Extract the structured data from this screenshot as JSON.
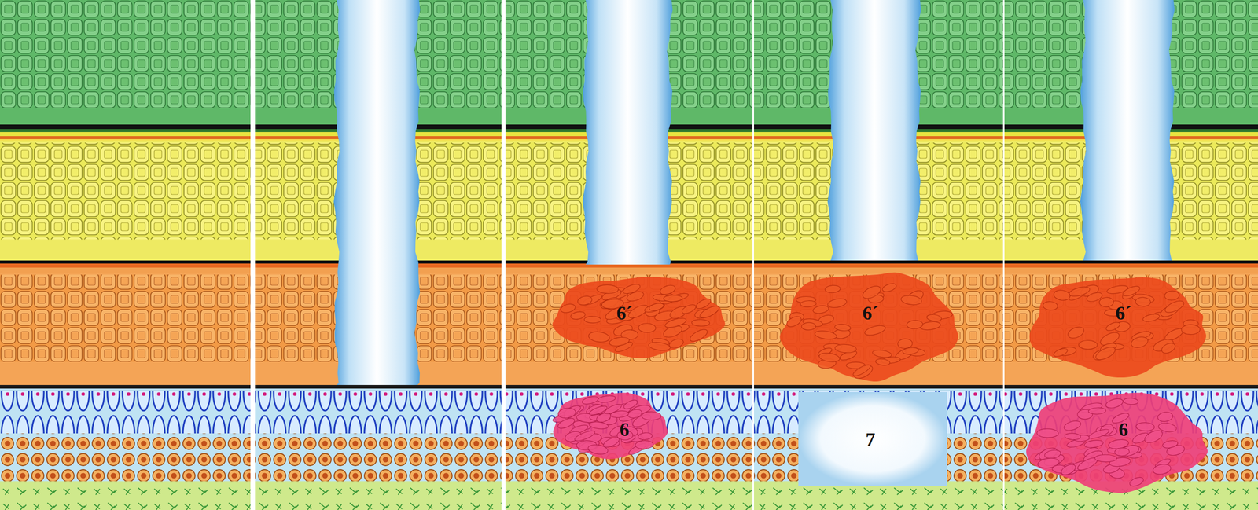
{
  "diagram": {
    "labels": [
      "6´",
      "6",
      "6´",
      "7",
      "6´",
      "6"
    ]
  }
}
